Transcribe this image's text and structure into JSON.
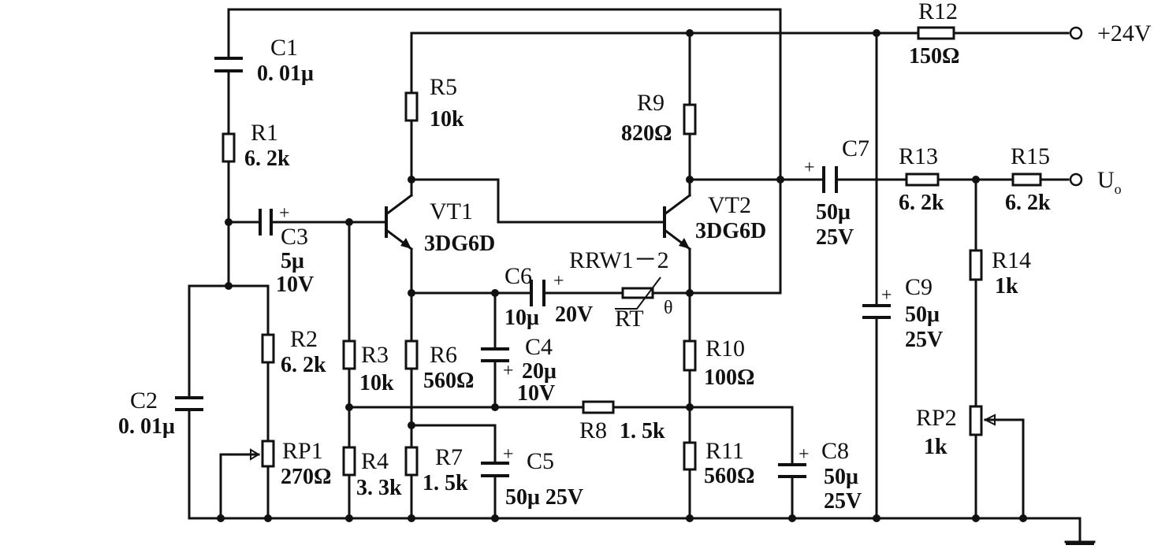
{
  "power": {
    "supply_label": "+24V",
    "output_label": "U",
    "output_sub": "o"
  },
  "components": {
    "C1": {
      "name": "C1",
      "value": "0. 01μ"
    },
    "C2": {
      "name": "C2",
      "value": "0. 01μ"
    },
    "C3": {
      "name": "C3",
      "value": "5μ",
      "rating": "10V"
    },
    "C4": {
      "name": "C4",
      "value": "20μ",
      "rating": "10V"
    },
    "C5": {
      "name": "C5",
      "value": "50μ 25V"
    },
    "C6": {
      "name": "C6",
      "value": "10μ",
      "rating": "20V"
    },
    "C7": {
      "name": "C7",
      "value": "50μ",
      "rating": "25V"
    },
    "C8": {
      "name": "C8",
      "value": "50μ",
      "rating": "25V"
    },
    "C9": {
      "name": "C9",
      "value": "50μ",
      "rating": "25V"
    },
    "R1": {
      "name": "R1",
      "value": "6. 2k"
    },
    "R2": {
      "name": "R2",
      "value": "6. 2k"
    },
    "R3": {
      "name": "R3",
      "value": "10k"
    },
    "R4": {
      "name": "R4",
      "value": "3. 3k"
    },
    "R5": {
      "name": "R5",
      "value": "10k"
    },
    "R6": {
      "name": "R6",
      "value": "560Ω"
    },
    "R7": {
      "name": "R7",
      "value": "1. 5k"
    },
    "R8": {
      "name": "R8",
      "value": "1. 5k"
    },
    "R9": {
      "name": "R9",
      "value": "820Ω"
    },
    "R10": {
      "name": "R10",
      "value": "100Ω"
    },
    "R11": {
      "name": "R11",
      "value": "560Ω"
    },
    "R12": {
      "name": "R12",
      "value": "150Ω"
    },
    "R13": {
      "name": "R13",
      "value": "6. 2k"
    },
    "R14": {
      "name": "R14",
      "value": "1k"
    },
    "R15": {
      "name": "R15",
      "value": "6. 2k"
    },
    "RP1": {
      "name": "RP1",
      "value": "270Ω"
    },
    "RP2": {
      "name": "RP2",
      "value": "1k"
    },
    "VT1": {
      "name": "VT1",
      "type": "3DG6D"
    },
    "VT2": {
      "name": "VT2",
      "type": "3DG6D"
    },
    "RT": {
      "name": "RT",
      "part": "RRW1－2",
      "symbol": "θ"
    }
  },
  "polarity_mark": "+"
}
